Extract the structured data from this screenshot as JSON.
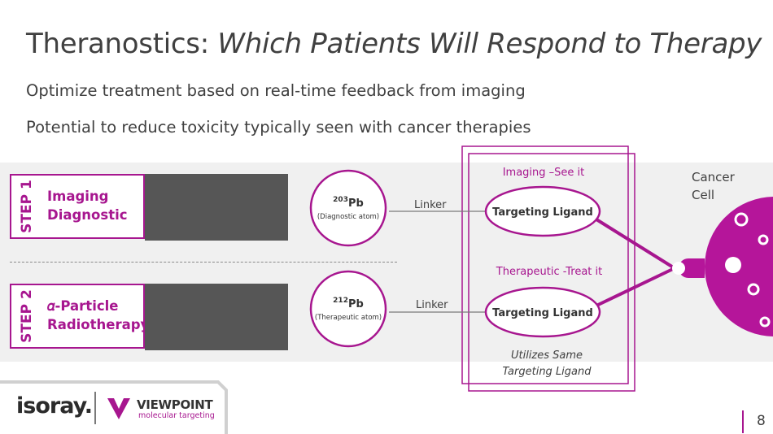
{
  "title": {
    "main": "Theranostics: ",
    "italic": "Which Patients Will Respond to Therapy"
  },
  "bullets": [
    "Optimize treatment based on real-time feedback from imaging",
    "Potential to reduce toxicity typically seen with cancer therapies"
  ],
  "steps": [
    {
      "tab": "STEP 1",
      "line1": "Imaging",
      "line2": "Diagnostic"
    },
    {
      "tab": "STEP 2",
      "line1": "𝛼-Particle",
      "line2": "Radiotherapy"
    }
  ],
  "isotopes": [
    {
      "mass": "203",
      "symbol": "Pb",
      "desc": "(Diagnostic atom)"
    },
    {
      "mass": "212",
      "symbol": "Pb",
      "desc": "(Therapeutic atom)"
    }
  ],
  "linker_label": "Linker",
  "ligand_label": "Targeting Ligand",
  "imaging_caption": "Imaging –See it",
  "therapeutic_caption": "Therapeutic -Treat it",
  "utilizes_line1": "Utilizes Same",
  "utilizes_line2": "Targeting Ligand",
  "cancer_cell": {
    "line1": "Cancer",
    "line2": "Cell"
  },
  "logos": {
    "isoray": "isoray",
    "viewpoint": "VIEWPOINT",
    "viewpoint_sub": "molecular targeting",
    "isoray_tm": "."
  },
  "page_number": "8",
  "colors": {
    "accent": "#a7168f",
    "dark_bar": "#565656",
    "band": "#f0f0f0",
    "text": "#404040"
  }
}
